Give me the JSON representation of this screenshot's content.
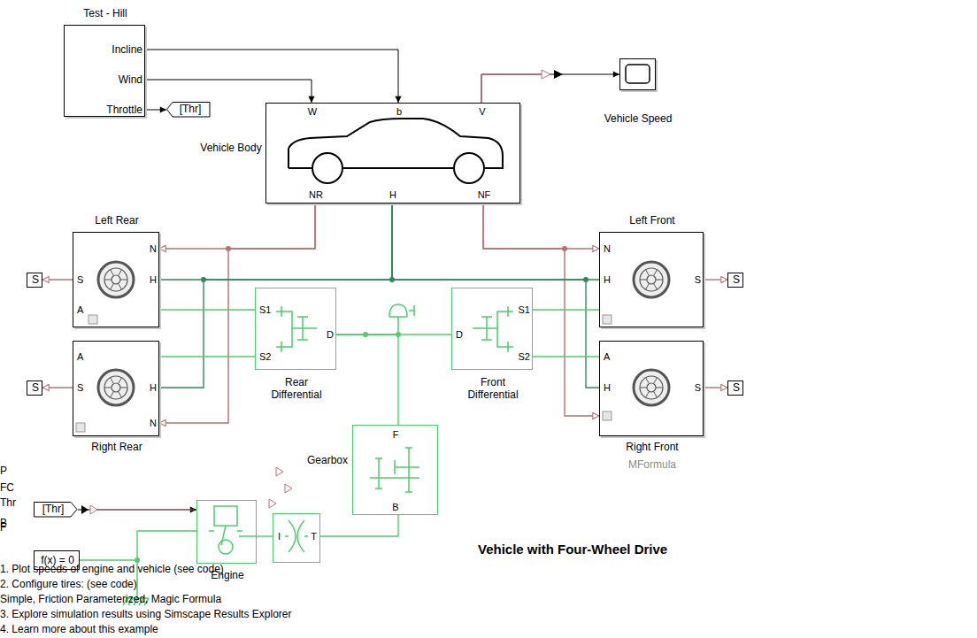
{
  "diagram": {
    "title": "Vehicle with Four-Wheel Drive",
    "nodes": [
      {
        "text": [
          "Test - Hill",
          "Incline",
          "Wind",
          "Throttle"
        ]
      },
      {
        "text": [
          "[Thr]"
        ]
      },
      {
        "text": [
          "Vehicle Body",
          "W",
          "b",
          "V",
          "NR",
          "H",
          "NF"
        ]
      },
      {
        "text": [
          "Vehicle Speed"
        ]
      },
      {
        "text": [
          "Left Rear",
          "N",
          "S",
          "H",
          "A"
        ]
      },
      {
        "text": [
          "S"
        ]
      },
      {
        "text": [
          "Right Rear",
          "A",
          "S",
          "H",
          "N"
        ]
      },
      {
        "text": [
          "S"
        ]
      },
      {
        "text": [
          "Rear Differential",
          "S1",
          "S2",
          "D"
        ]
      },
      {
        "text": [
          "Front Differential",
          "D",
          "S1",
          "S2"
        ]
      },
      {
        "text": [
          "Left Front",
          "N",
          "H",
          "S"
        ]
      },
      {
        "text": [
          "S"
        ]
      },
      {
        "text": [
          "Right Front",
          "MFormula",
          "A",
          "H",
          "S"
        ]
      },
      {
        "text": [
          "S"
        ]
      },
      {
        "text": [
          "Gearbox",
          "F",
          "B"
        ]
      },
      {
        "text": [
          "[Thr]"
        ]
      },
      {
        "text": [
          "Engine"
        ]
      },
      {
        "text": [
          "f(x) = 0"
        ]
      },
      {
        "text": [
          "I",
          "T"
        ]
      }
    ],
    "edges": [
      {
        "from": 0,
        "to": 2,
        "arrow": "to"
      },
      {
        "from": 0,
        "to": 2,
        "arrow": "to"
      },
      {
        "from": 0,
        "to": 1,
        "arrow": "to"
      },
      {
        "from": 2,
        "to": 3,
        "arrow": "to"
      },
      {
        "from": 2,
        "to": 4,
        "arrow": "to"
      },
      {
        "from": 2,
        "to": 6,
        "arrow": "to"
      },
      {
        "from": 2,
        "to": 10,
        "arrow": "to"
      },
      {
        "from": 2,
        "to": 12,
        "arrow": "to"
      },
      {
        "from": 2,
        "to": 4,
        "arrow": "none"
      },
      {
        "from": 2,
        "to": 6,
        "arrow": "none"
      },
      {
        "from": 2,
        "to": 10,
        "arrow": "none"
      },
      {
        "from": 2,
        "to": 12,
        "arrow": "none"
      },
      {
        "from": 4,
        "to": 5,
        "arrow": "to"
      },
      {
        "from": 6,
        "to": 7,
        "arrow": "to"
      },
      {
        "from": 10,
        "to": 11,
        "arrow": "to"
      },
      {
        "from": 12,
        "to": 13,
        "arrow": "to"
      },
      {
        "from": 4,
        "to": 8,
        "arrow": "none"
      },
      {
        "from": 6,
        "to": 8,
        "arrow": "none"
      },
      {
        "from": 9,
        "to": 10,
        "arrow": "none"
      },
      {
        "from": 9,
        "to": 12,
        "arrow": "none"
      },
      {
        "from": 8,
        "to": 9,
        "arrow": "none"
      },
      {
        "from": 8,
        "to": 14,
        "arrow": "none"
      },
      {
        "from": 14,
        "to": 18,
        "arrow": "none"
      },
      {
        "from": 18,
        "to": 16,
        "arrow": "none"
      },
      {
        "from": 16,
        "to": 17,
        "arrow": "none"
      },
      {
        "from": 15,
        "to": 16,
        "arrow": "to"
      }
    ],
    "labels": [
      "Thr",
      "P",
      "FC",
      "B",
      "F",
      "1. Plot speeds of engine and vehicle (see code)",
      "2. Configure tires: (see code)",
      "Simple, Friction Parameterized, Magic Formula",
      "3. Explore simulation results using Simscape Results Explorer",
      "4. Learn more about this example"
    ]
  }
}
